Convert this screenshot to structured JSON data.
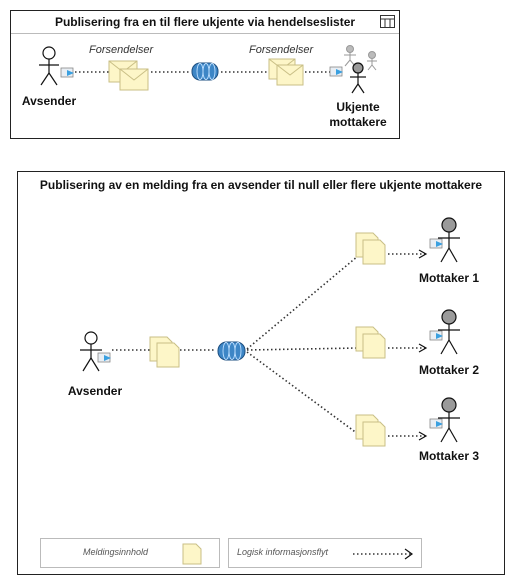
{
  "top_panel": {
    "title": "Publisering fra en til flere ukjente via hendelseslister",
    "sender_label": "Avsender",
    "message_label_1": "Forsendelser",
    "message_label_2": "Forsendelser",
    "receivers_label_line1": "Ukjente",
    "receivers_label_line2": "mottakere",
    "menu_icon": "grid-icon"
  },
  "bottom_panel": {
    "title": "Publisering av en melding fra en avsender til null eller flere ukjente mottakere",
    "sender_label": "Avsender",
    "receivers": [
      {
        "label": "Mottaker 1"
      },
      {
        "label": "Mottaker 2"
      },
      {
        "label": "Mottaker 3"
      }
    ],
    "legend": {
      "content_label": "Meldingsinnhold",
      "flow_label": "Logisk informasjonsflyt"
    }
  },
  "colors": {
    "envelope_fill": "#fdf6c8",
    "envelope_stroke": "#c9bf86",
    "queue_fill": "#3d86c6",
    "actor_stroke": "#111111",
    "actor_head_gray": "#9a9a9a",
    "port_blue": "#3aa0e0"
  }
}
